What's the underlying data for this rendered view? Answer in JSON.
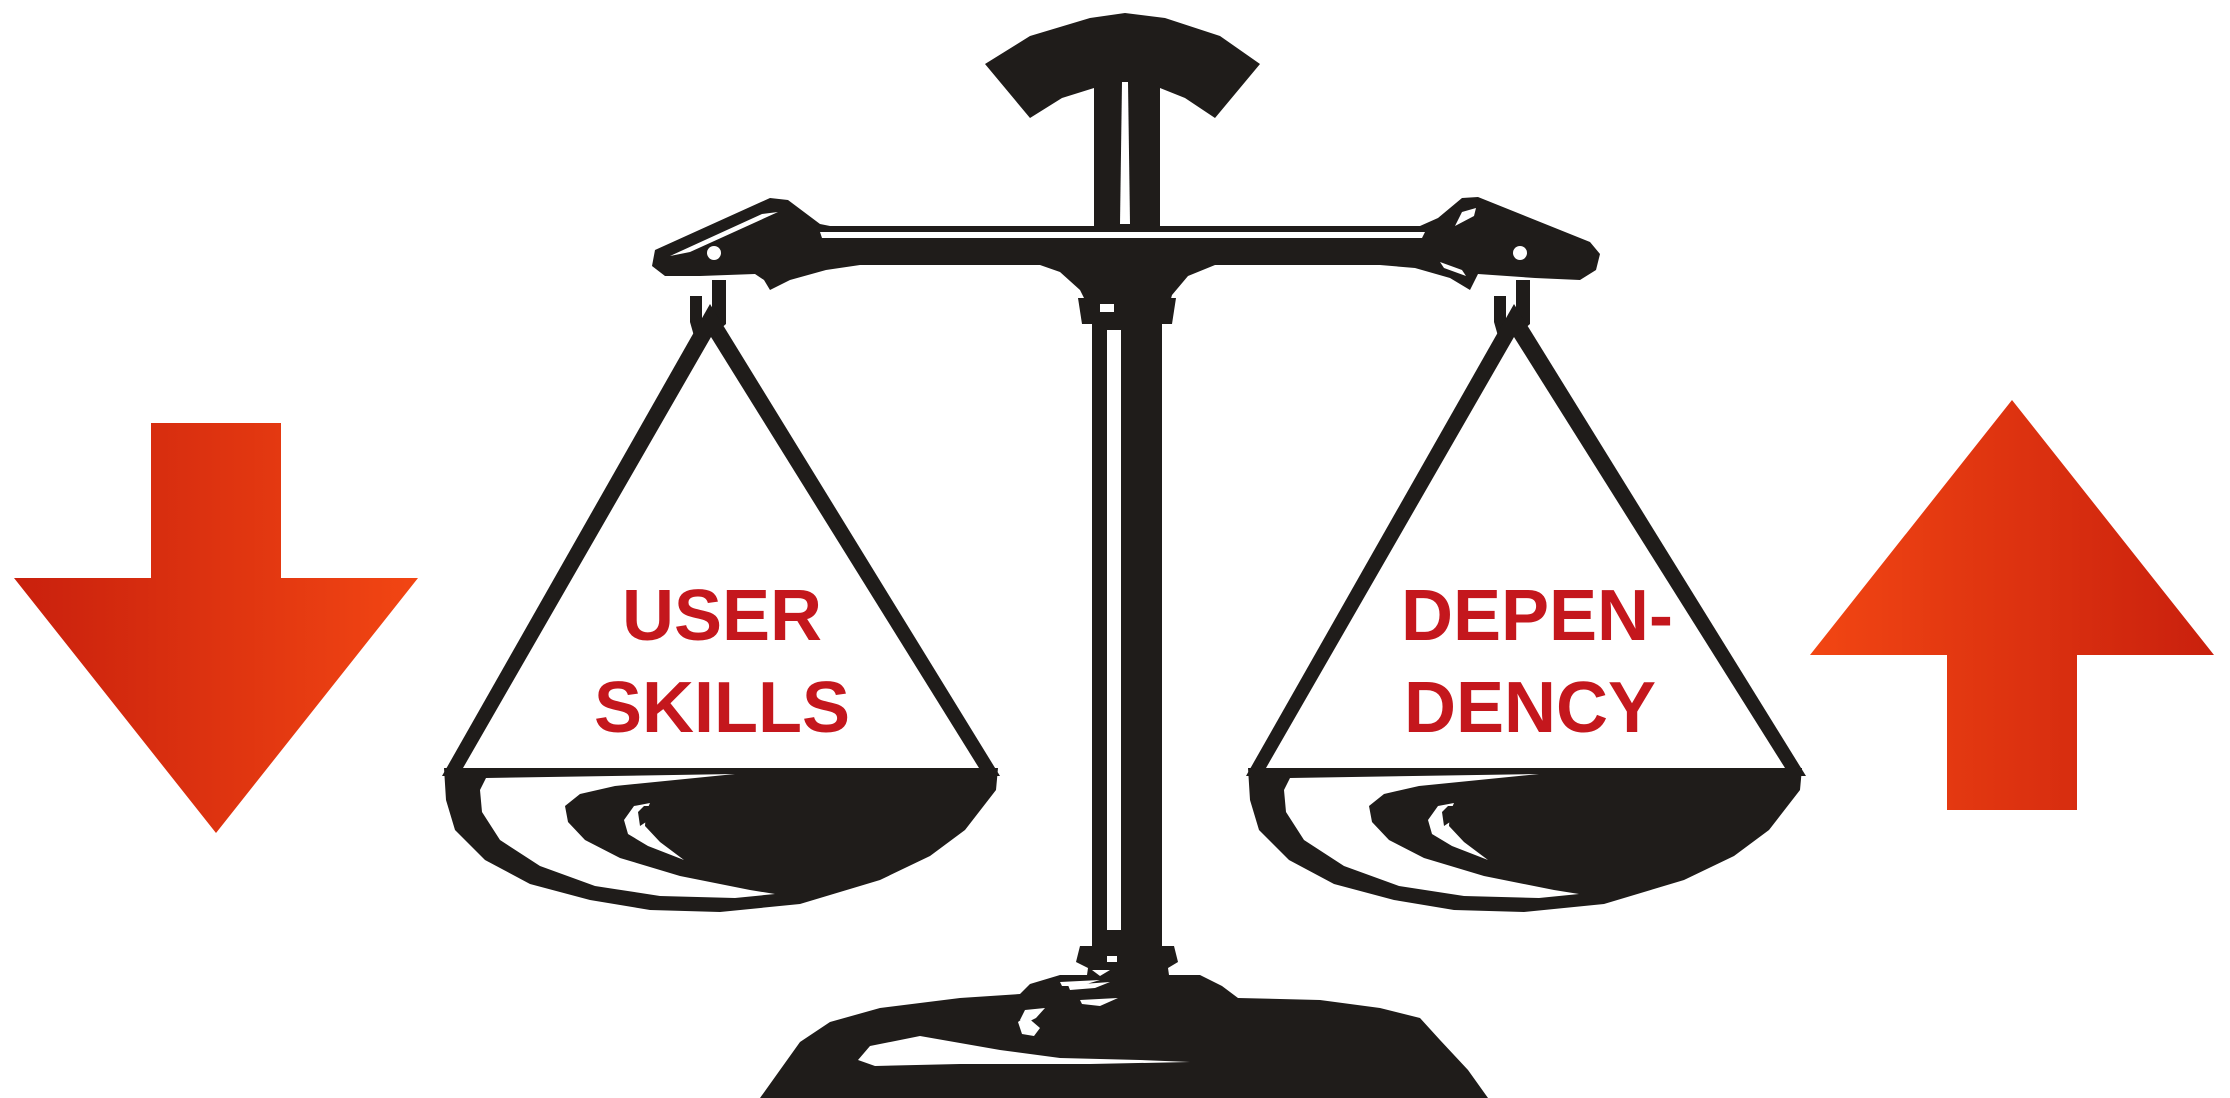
{
  "colors": {
    "ink": "#1f1c1a",
    "text_red": "#c4171d",
    "arrow_dark": "#c9200d",
    "arrow_light": "#f24613",
    "background": "#ffffff"
  },
  "left_pan": {
    "line1": "USER",
    "line2": "SKILLS",
    "trend": "down",
    "trend_icon": "arrow-down-icon"
  },
  "right_pan": {
    "line1": "DEPEN-",
    "line2": "DENCY",
    "trend": "up",
    "trend_icon": "arrow-up-icon"
  },
  "central_icon": "balance-scale-icon"
}
